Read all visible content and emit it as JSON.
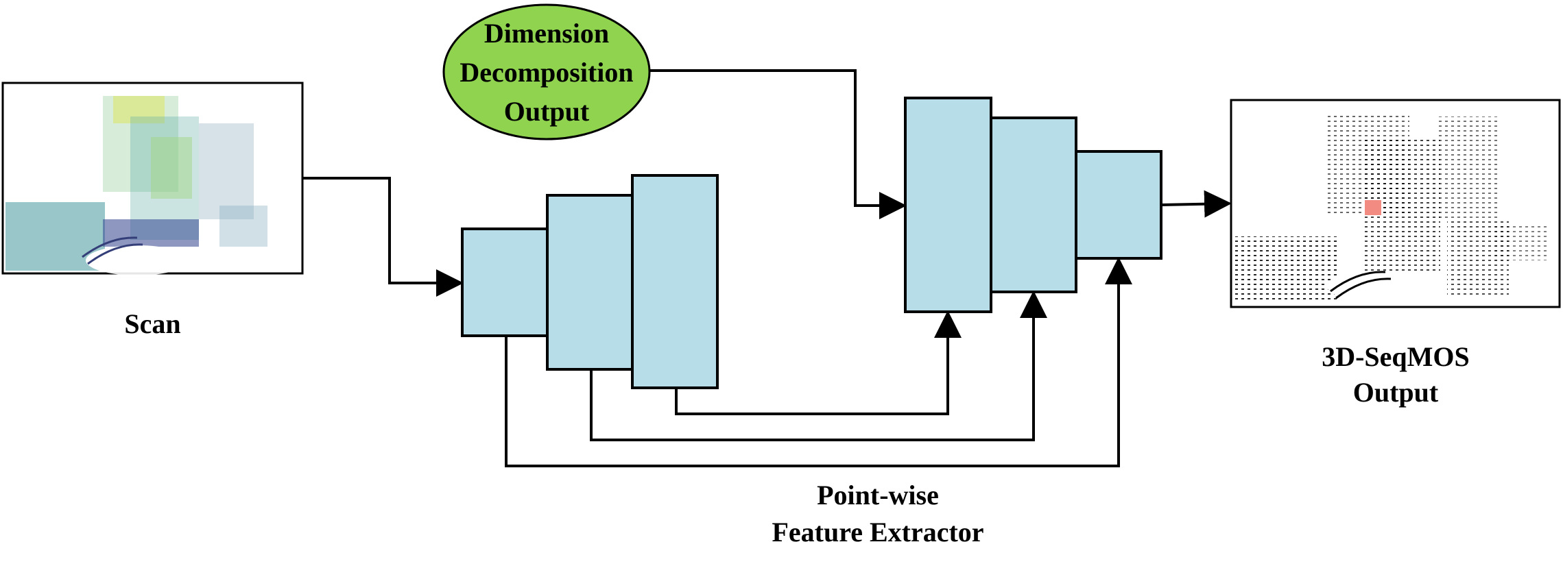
{
  "labels": {
    "scan": "Scan",
    "dimension_line1": "Dimension",
    "dimension_line2": "Decomposition",
    "dimension_line3": "Output",
    "output_line1": "3D-SeqMOS",
    "output_line2": "Output",
    "extractor_line1": "Point-wise",
    "extractor_line2": "Feature Extractor"
  },
  "colors": {
    "block_fill": "#b7dde9",
    "ellipse_fill": "#8fd34e",
    "stroke": "#000000",
    "highlight": "#f28b82"
  }
}
